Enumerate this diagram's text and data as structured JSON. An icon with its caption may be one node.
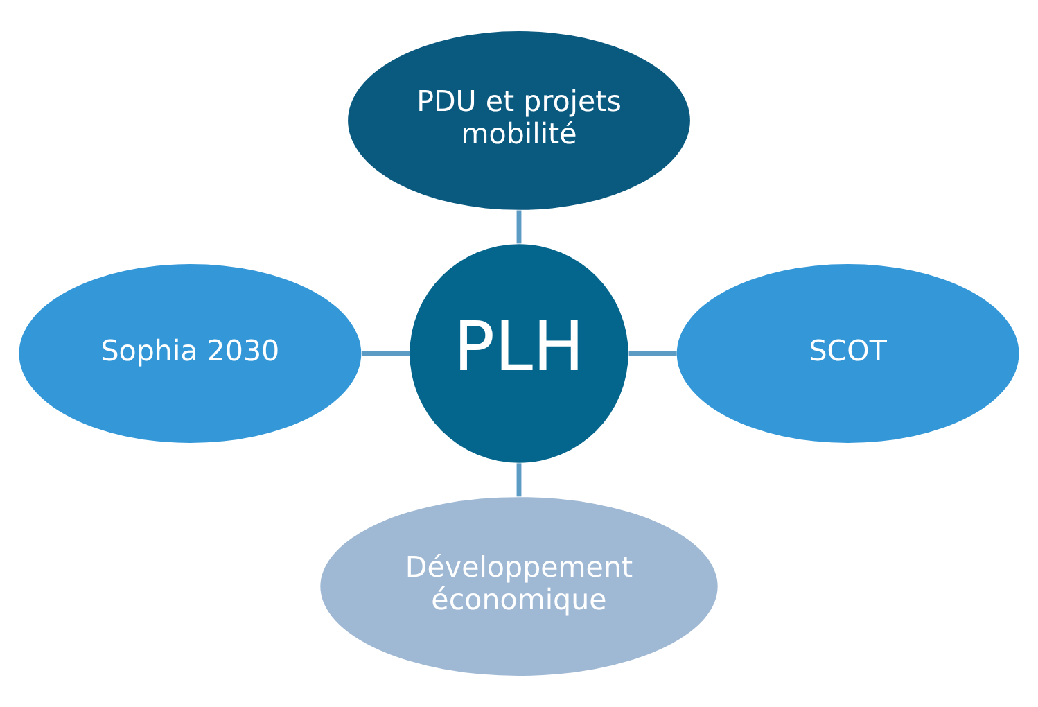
{
  "diagram": {
    "nodes": [
      {
        "text": [
          "PLH"
        ]
      },
      {
        "text": [
          "PDU et projets mobilité"
        ]
      },
      {
        "text": [
          "Sophia 2030"
        ]
      },
      {
        "text": [
          "SCOT"
        ]
      },
      {
        "text": [
          "Développement économique"
        ]
      }
    ],
    "edges": [
      {
        "from": 0,
        "to": 1,
        "arrow": "none"
      },
      {
        "from": 0,
        "to": 2,
        "arrow": "none"
      },
      {
        "from": 0,
        "to": 3,
        "arrow": "none"
      },
      {
        "from": 0,
        "to": 4,
        "arrow": "none"
      }
    ]
  }
}
